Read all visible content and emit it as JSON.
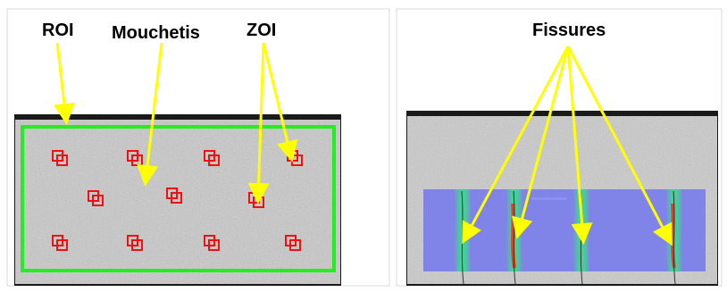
{
  "labels": {
    "roi": "ROI",
    "mouchetis": "Mouchetis",
    "zoi": "ZOI",
    "fissures": "Fissures"
  },
  "colors": {
    "arrow": "#ffff00",
    "roi_frame": "#22ee22",
    "zoi_marker": "#ee1111",
    "overlay": "#6c6ff0",
    "crack_band": "#3ddc8a",
    "crack_core": "#e0402a",
    "specimen": "#b9b9b9"
  },
  "zoi_count": 11,
  "crack_count": 4
}
